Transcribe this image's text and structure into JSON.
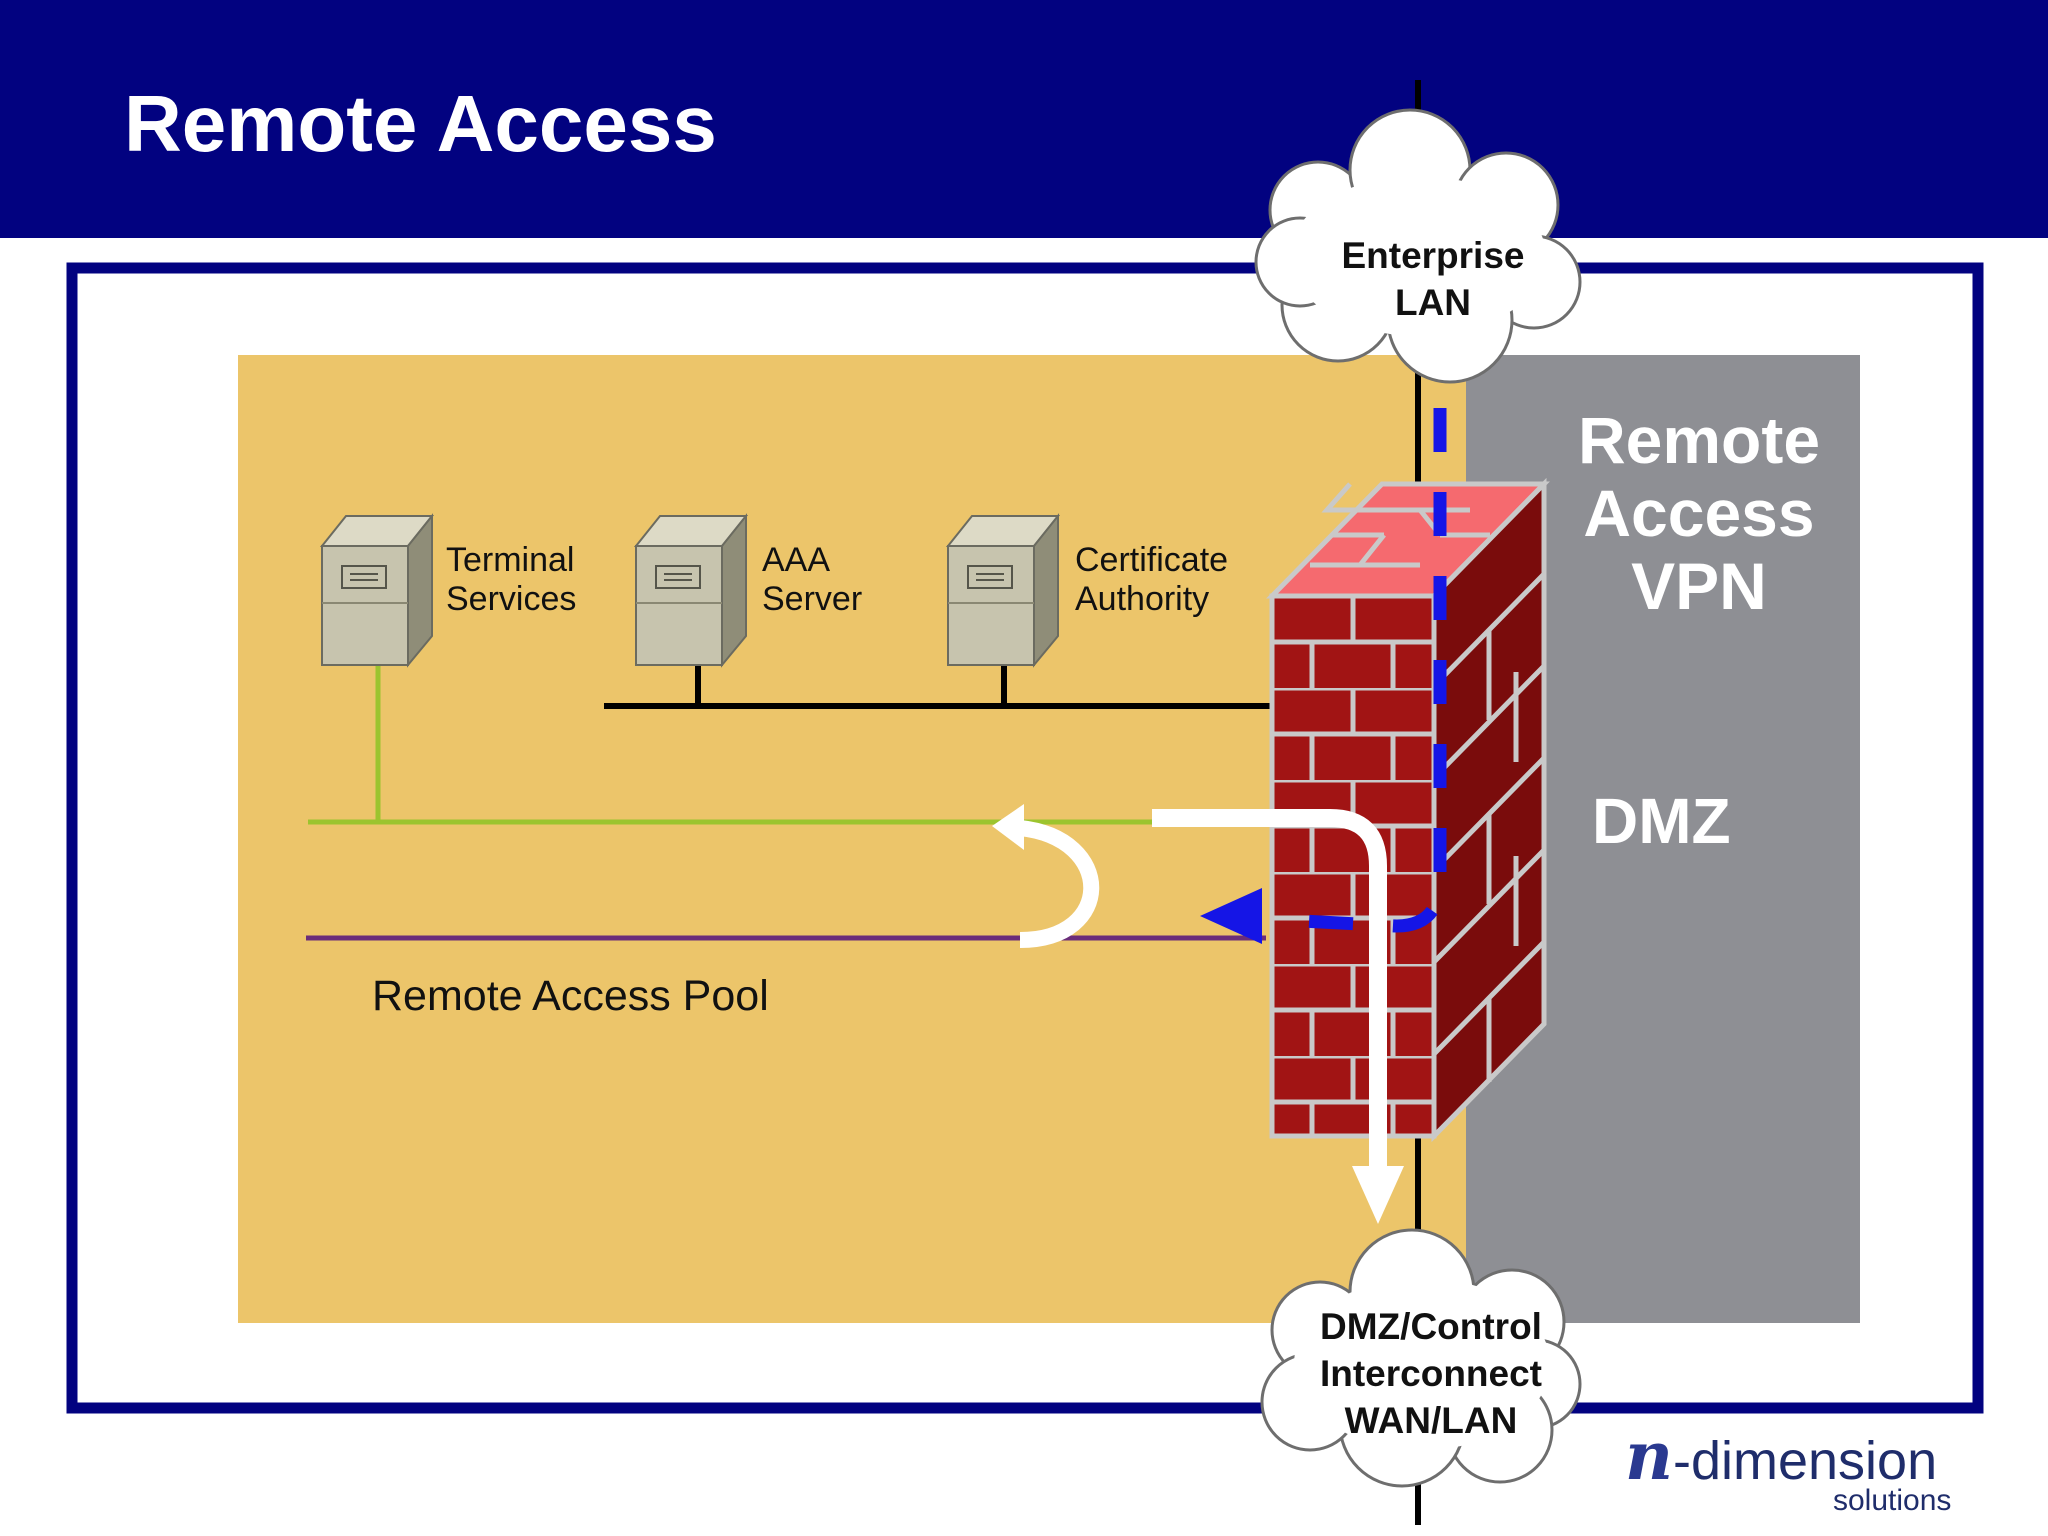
{
  "slide": {
    "title": "Remote Access"
  },
  "servers": [
    {
      "line1": "Terminal",
      "line2": "Services"
    },
    {
      "line1": "AAA",
      "line2": "Server"
    },
    {
      "line1": "Certificate",
      "line2": "Authority"
    }
  ],
  "pool": {
    "label": "Remote Access Pool"
  },
  "zones": {
    "vpn_line1": "Remote",
    "vpn_line2": "Access",
    "vpn_line3": "VPN",
    "dmz": "DMZ"
  },
  "clouds": {
    "enterprise_line1": "Enterprise",
    "enterprise_line2": "LAN",
    "dmz_line1": "DMZ/Control",
    "dmz_line2": "Interconnect",
    "dmz_line3": "WAN/LAN"
  },
  "logo": {
    "mark": "n",
    "main": "-dimension",
    "sub": "solutions"
  },
  "colors": {
    "header": "#020280",
    "frame": "#020280",
    "zone_internal": "#ecc56a",
    "zone_dmz": "#8e8f94",
    "brick": "#a11414",
    "brick_top": "#f56a6f",
    "vpn_tunnel": "#1515e6",
    "green_link": "#9cc42e",
    "purple_link": "#6a2d7a"
  }
}
